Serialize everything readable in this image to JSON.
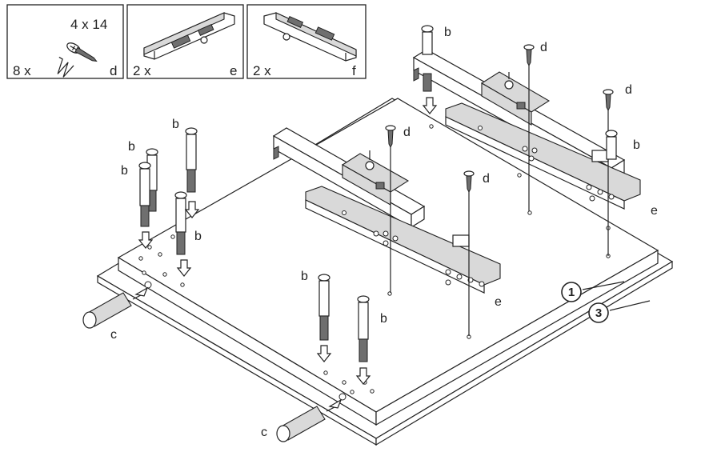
{
  "parts_legend": [
    {
      "id": "d",
      "qty": "8 x",
      "size": "4 x 14",
      "kind": "screw"
    },
    {
      "id": "e",
      "qty": "2 x",
      "kind": "drawer-runner"
    },
    {
      "id": "f",
      "qty": "2 x",
      "kind": "drawer-runner"
    }
  ],
  "part_labels": {
    "b": "b",
    "c": "c",
    "d": "d",
    "e": "e"
  },
  "panels": [
    {
      "number": "1"
    },
    {
      "number": "3"
    }
  ]
}
